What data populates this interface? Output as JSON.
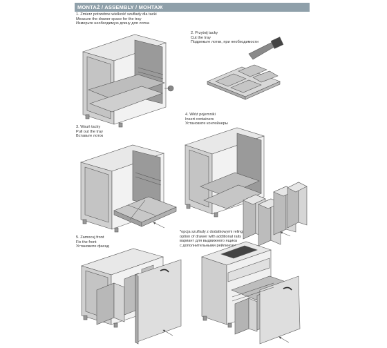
{
  "header": {
    "title": "MONTAŻ / ASSEMBLY / МОНТАЖ"
  },
  "steps": [
    {
      "lines": [
        "1. Zmierz potrzebne wielkość szuflady dla tacki",
        "Measure the drawer space for the tray",
        "Измерьте необходимую длину для лотка"
      ]
    },
    {
      "lines": [
        "2. Przytnij tacky",
        "Cut the tray",
        "Подрежьте лотки, при необходимости"
      ]
    },
    {
      "lines": [
        "3. Wsuń tacky",
        "Pull out the tray",
        "Вставьте лоток"
      ]
    },
    {
      "lines": [
        "4. Włóż pojemniki",
        "Insert containers",
        "Установите контейнеры"
      ]
    },
    {
      "lines": [
        "5. Zamocuj front",
        "Fix the front",
        "Установите фасад"
      ]
    },
    {
      "lines": [
        "*opcja szuflady z dodatkowymi relingami",
        "option of drawer with additional rails",
        "вариант для выдвижного ящика",
        "с дополнительными рейлингами"
      ]
    }
  ],
  "colors": {
    "header_bg": "#8fa0aa",
    "cabinet_light": "#dcdcdc",
    "cabinet_mid": "#bdbdbd",
    "cabinet_dark": "#8a8a8a",
    "line": "#555555"
  }
}
